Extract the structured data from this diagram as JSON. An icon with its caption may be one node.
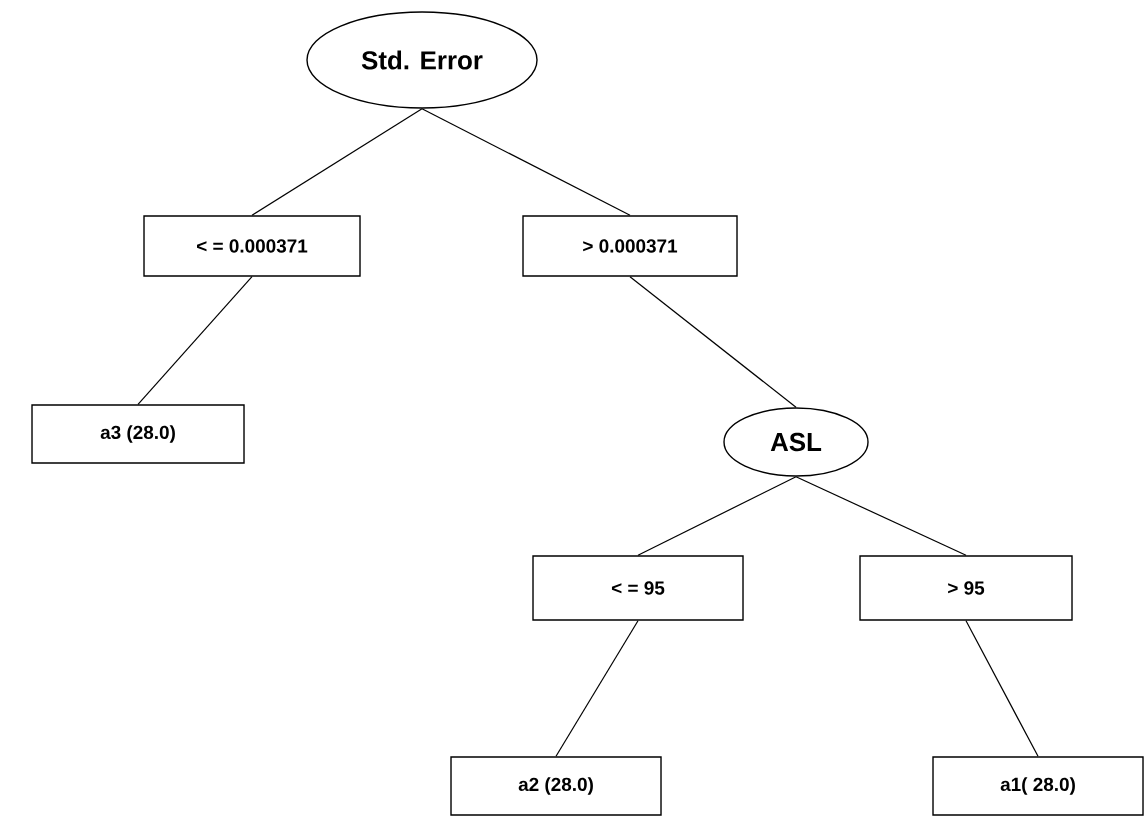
{
  "diagram": {
    "nodes": [
      {
        "text": [
          "Std. Error"
        ]
      },
      {
        "text": [
          "< = 0.000371"
        ]
      },
      {
        "text": [
          "> 0.000371"
        ]
      },
      {
        "text": [
          "a3 (28.0)"
        ]
      },
      {
        "text": [
          "ASL"
        ]
      },
      {
        "text": [
          "< = 95"
        ]
      },
      {
        "text": [
          "> 95"
        ]
      },
      {
        "text": [
          "a2 (28.0)"
        ]
      },
      {
        "text": [
          "a1( 28.0)"
        ]
      }
    ],
    "edges": [
      {
        "from": 0,
        "to": 1,
        "arrow": "none"
      },
      {
        "from": 0,
        "to": 2,
        "arrow": "none"
      },
      {
        "from": 1,
        "to": 3,
        "arrow": "none"
      },
      {
        "from": 2,
        "to": 4,
        "arrow": "none"
      },
      {
        "from": 4,
        "to": 5,
        "arrow": "none"
      },
      {
        "from": 4,
        "to": 6,
        "arrow": "none"
      },
      {
        "from": 5,
        "to": 7,
        "arrow": "none"
      },
      {
        "from": 6,
        "to": 8,
        "arrow": "none"
      }
    ]
  }
}
